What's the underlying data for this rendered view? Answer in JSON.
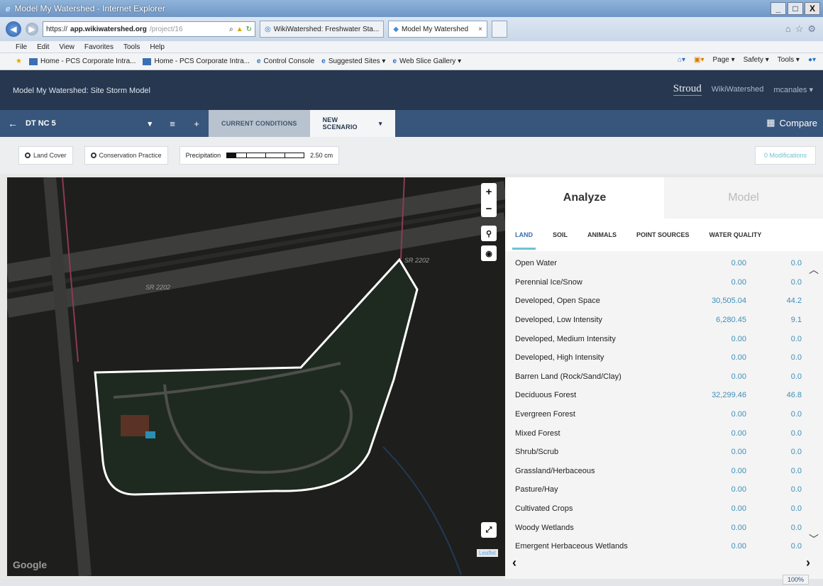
{
  "browser": {
    "title": "Model My Watershed - Internet Explorer",
    "address_scheme": "https://",
    "address_host": "app.wikiwatershed.org",
    "address_path": "/project/16",
    "tabs": [
      {
        "label": "WikiWatershed: Freshwater Sta..."
      },
      {
        "label": "Model My Watershed"
      }
    ],
    "menu": [
      "File",
      "Edit",
      "View",
      "Favorites",
      "Tools",
      "Help"
    ],
    "favorites": [
      {
        "label": "Home - PCS Corporate Intra..."
      },
      {
        "label": "Home - PCS Corporate Intra..."
      },
      {
        "label": "Control Console"
      },
      {
        "label": "Suggested Sites ▾"
      },
      {
        "label": "Web Slice Gallery ▾"
      }
    ],
    "commands": [
      "Page ▾",
      "Safety ▾",
      "Tools ▾"
    ],
    "zoom": "100%"
  },
  "app": {
    "title": "Model My Watershed: Site Storm Model",
    "logo": "Stroud",
    "link": "WikiWatershed",
    "user": "mcanales ▾"
  },
  "project": {
    "name": "DT NC 5",
    "tabs": {
      "current": "CURRENT CONDITIONS",
      "new": "NEW SCENARIO"
    },
    "compare": "Compare"
  },
  "toolbar": {
    "land_cover": "Land Cover",
    "conservation": "Conservation Practice",
    "precip_label": "Precipitation",
    "precip_value": "2.50 cm",
    "precip_level": 0.12,
    "modifications": "0 Modifications"
  },
  "map": {
    "road_labels": [
      "SR 2202",
      "SR 2202"
    ],
    "google": "Google",
    "leaflet": "Leaflet"
  },
  "panel": {
    "analyze": "Analyze",
    "model": "Model",
    "subtabs": [
      "LAND",
      "SOIL",
      "ANIMALS",
      "POINT SOURCES",
      "WATER QUALITY"
    ],
    "rows": [
      {
        "name": "Open Water",
        "area": "0.00",
        "pct": "0.0"
      },
      {
        "name": "Perennial Ice/Snow",
        "area": "0.00",
        "pct": "0.0"
      },
      {
        "name": "Developed, Open Space",
        "area": "30,505.04",
        "pct": "44.2"
      },
      {
        "name": "Developed, Low Intensity",
        "area": "6,280.45",
        "pct": "9.1"
      },
      {
        "name": "Developed, Medium Intensity",
        "area": "0.00",
        "pct": "0.0"
      },
      {
        "name": "Developed, High Intensity",
        "area": "0.00",
        "pct": "0.0"
      },
      {
        "name": "Barren Land (Rock/Sand/Clay)",
        "area": "0.00",
        "pct": "0.0"
      },
      {
        "name": "Deciduous Forest",
        "area": "32,299.46",
        "pct": "46.8"
      },
      {
        "name": "Evergreen Forest",
        "area": "0.00",
        "pct": "0.0"
      },
      {
        "name": "Mixed Forest",
        "area": "0.00",
        "pct": "0.0"
      },
      {
        "name": "Shrub/Scrub",
        "area": "0.00",
        "pct": "0.0"
      },
      {
        "name": "Grassland/Herbaceous",
        "area": "0.00",
        "pct": "0.0"
      },
      {
        "name": "Pasture/Hay",
        "area": "0.00",
        "pct": "0.0"
      },
      {
        "name": "Cultivated Crops",
        "area": "0.00",
        "pct": "0.0"
      },
      {
        "name": "Woody Wetlands",
        "area": "0.00",
        "pct": "0.0"
      },
      {
        "name": "Emergent Herbaceous Wetlands",
        "area": "0.00",
        "pct": "0.0"
      }
    ]
  },
  "colors": {
    "header": "#26374f",
    "project_bar": "#38557b",
    "accent": "#6fc2d0",
    "value": "#3d8fb8"
  }
}
